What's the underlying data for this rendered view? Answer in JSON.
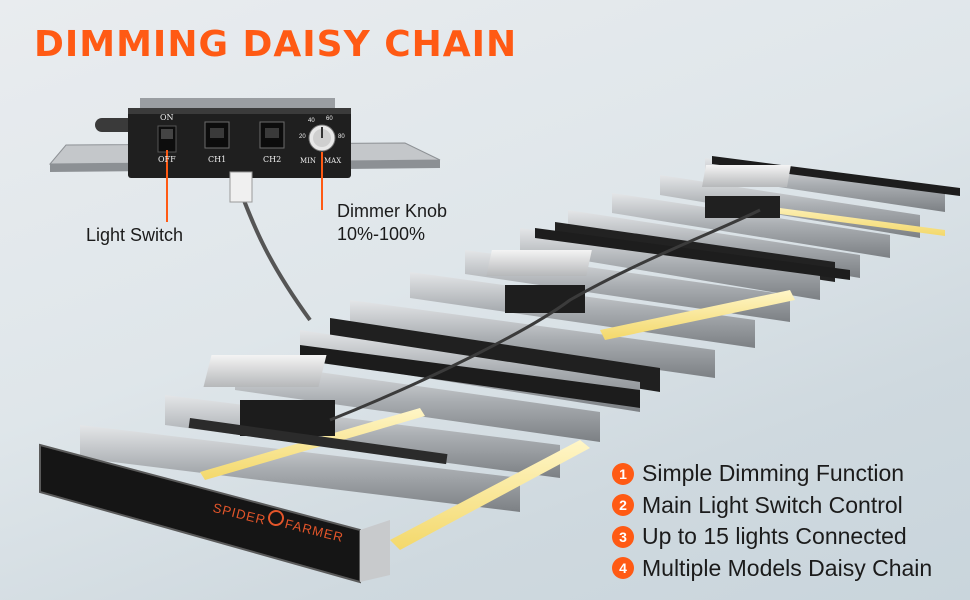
{
  "title": "DIMMING DAISY CHAIN",
  "colors": {
    "accent": "#ff5a14",
    "panel": "#1c1c1c",
    "bar": "#b9bcbf"
  },
  "controller": {
    "switch_on": "ON",
    "switch_off": "OFF",
    "port1": "CH1",
    "port2": "CH2",
    "knob_min": "MIN",
    "knob_max": "MAX",
    "knob_marks": [
      "20",
      "40",
      "60",
      "80"
    ]
  },
  "callouts": {
    "switch": "Light Switch",
    "knob_line1": "Dimmer Knob",
    "knob_line2": "10%-100%"
  },
  "brand": {
    "left": "SPIDER",
    "right": "FARMER"
  },
  "features": [
    {
      "num": "1",
      "text": "Simple Dimming Function"
    },
    {
      "num": "2",
      "text": "Main Light Switch Control"
    },
    {
      "num": "3",
      "text": "Up to 15 lights Connected"
    },
    {
      "num": "4",
      "text": "Multiple Models Daisy Chain"
    }
  ]
}
